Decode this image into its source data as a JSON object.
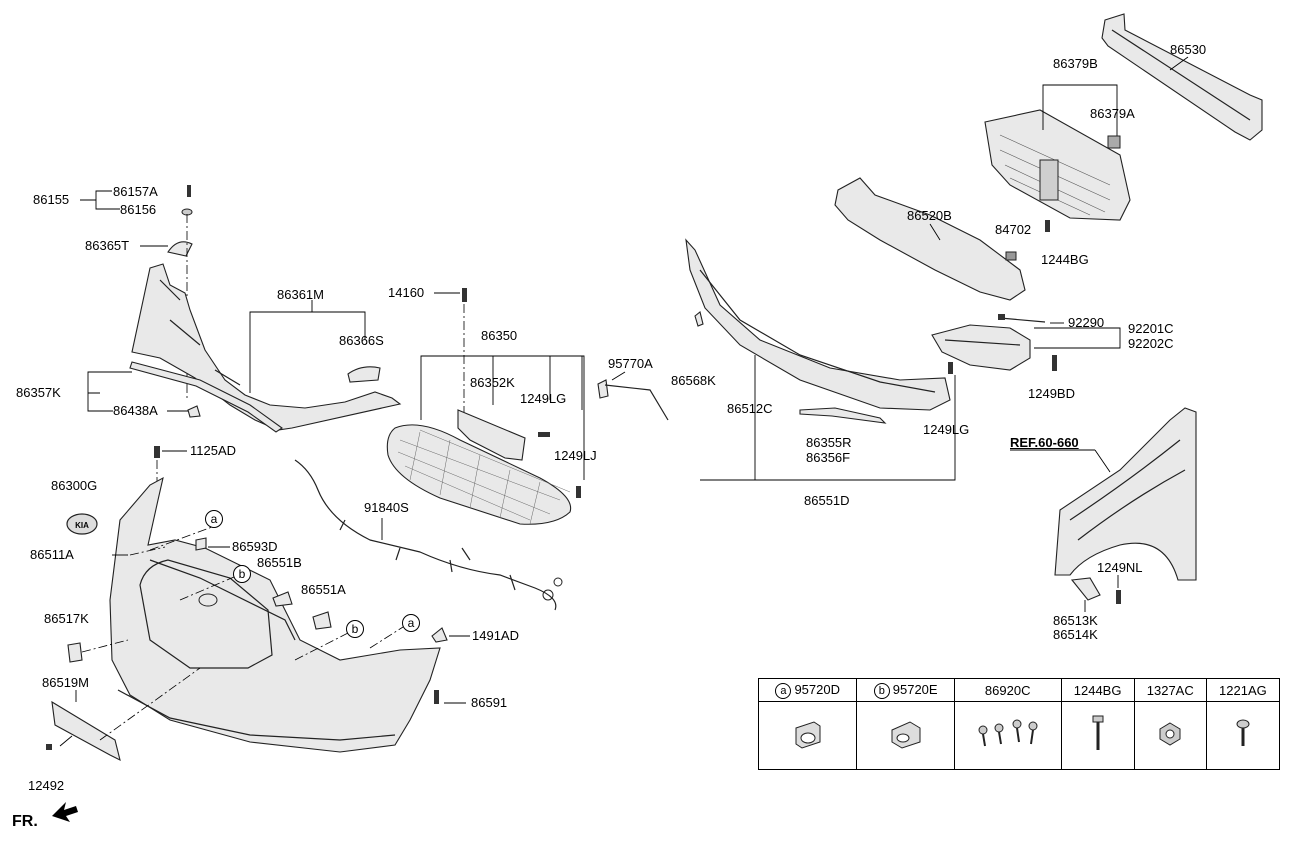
{
  "labels": {
    "p86157A": "86157A",
    "p86155": "86155",
    "p86156": "86156",
    "p86365T": "86365T",
    "p86361M": "86361M",
    "p86366S": "86366S",
    "p86357K": "86357K",
    "p86438A": "86438A",
    "p1125AD": "1125AD",
    "p86300G": "86300G",
    "p86511A": "86511A",
    "p86593D": "86593D",
    "p86551B": "86551B",
    "p86551A": "86551A",
    "p86517K": "86517K",
    "p86519M": "86519M",
    "p12492": "12492",
    "p14160": "14160",
    "p86350": "86350",
    "p86352K": "86352K",
    "p1249LG_a": "1249LG",
    "p1249LJ": "1249LJ",
    "p95770A": "95770A",
    "p91840S": "91840S",
    "p1491AD": "1491AD",
    "p86591": "86591",
    "p86568K": "86568K",
    "p86512C": "86512C",
    "p86355R": "86355R",
    "p86356F": "86356F",
    "p1249LG_b": "1249LG",
    "p86551D": "86551D",
    "p86530": "86530",
    "p86379B": "86379B",
    "p86379A": "86379A",
    "p86520B": "86520B",
    "p84702": "84702",
    "p1244BG": "1244BG",
    "p92290": "92290",
    "p92201C": "92201C",
    "p92202C": "92202C",
    "p1249BD": "1249BD",
    "ref": "REF.60-660",
    "p1249NL": "1249NL",
    "p86513K": "86513K",
    "p86514K": "86514K",
    "fr": "FR."
  },
  "markers": {
    "a": "a",
    "b": "b"
  },
  "legend": {
    "headers": [
      {
        "marker": "a",
        "code": "95720D"
      },
      {
        "marker": "b",
        "code": "95720E"
      },
      {
        "marker": "",
        "code": "86920C"
      },
      {
        "marker": "",
        "code": "1244BG"
      },
      {
        "marker": "",
        "code": "1327AC"
      },
      {
        "marker": "",
        "code": "1221AG"
      }
    ],
    "icons": [
      "parking-sensor-icon",
      "parking-sensor-icon",
      "screw-set-icon",
      "bolt-icon",
      "nut-icon",
      "clip-icon"
    ]
  }
}
